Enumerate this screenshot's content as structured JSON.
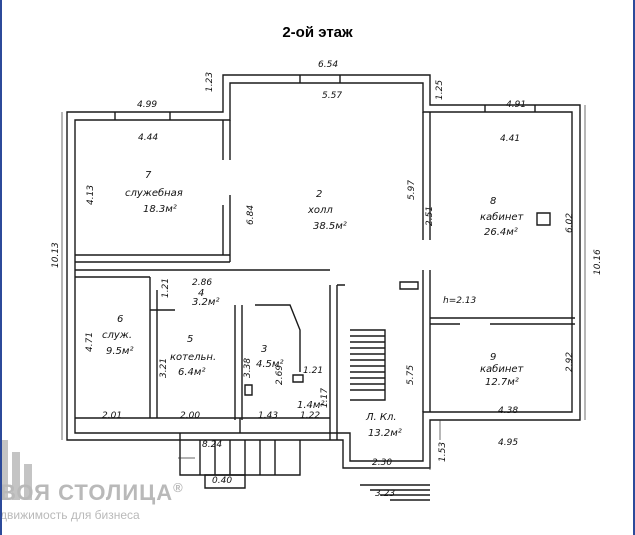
{
  "title": "2-ой этаж",
  "dimensions": {
    "d1": "6.54",
    "d2": "5.57",
    "d3": "1.23",
    "d4": "1.25",
    "d5": "4.99",
    "d6": "4.44",
    "d7": "4.91",
    "d8": "4.41",
    "d9": "4.13",
    "d10": "10.13",
    "d11": "6.84",
    "d12": "5.97",
    "d13": "2.51",
    "d14": "6.02",
    "d15": "10.16",
    "d16": "2.86",
    "d17": "1.21",
    "d18": "4.71",
    "d19": "3.21",
    "d20": "3.38",
    "d21": "2.69",
    "d22": "1.21",
    "d23": "1.17",
    "d24": "5.75",
    "d25": "2.92",
    "d26": "2.01",
    "d27": "2.00",
    "d28": "1.43",
    "d29": "1.22",
    "d30": "4.38",
    "d31": "4.95",
    "d32": "8.24",
    "d33": "2.30",
    "d34": "1.53",
    "d35": "0.40",
    "d36": "3.23",
    "height": "h=2.13"
  },
  "rooms": [
    {
      "num": "7",
      "name": "служебная",
      "area": "18.3м²"
    },
    {
      "num": "2",
      "name": "холл",
      "area": "38.5м²"
    },
    {
      "num": "8",
      "name": "кабинет",
      "area": "26.4м²"
    },
    {
      "num": "4",
      "name": "",
      "area": "3.2м²"
    },
    {
      "num": "6",
      "name": "служ.",
      "area": "9.5м²"
    },
    {
      "num": "5",
      "name": "котельн.",
      "area": "6.4м²"
    },
    {
      "num": "3",
      "name": "",
      "area": "4.5м²"
    },
    {
      "num": "",
      "name": "",
      "area": "1.4м²"
    },
    {
      "num": "",
      "name": "Л. Кл.",
      "area": "13.2м²"
    },
    {
      "num": "9",
      "name": "кабинет",
      "area": "12.7м²"
    }
  ],
  "watermark": {
    "brand": "ВОЯ СТОЛИЦА",
    "registered": "®",
    "tagline": "движимость для бизнеса"
  }
}
